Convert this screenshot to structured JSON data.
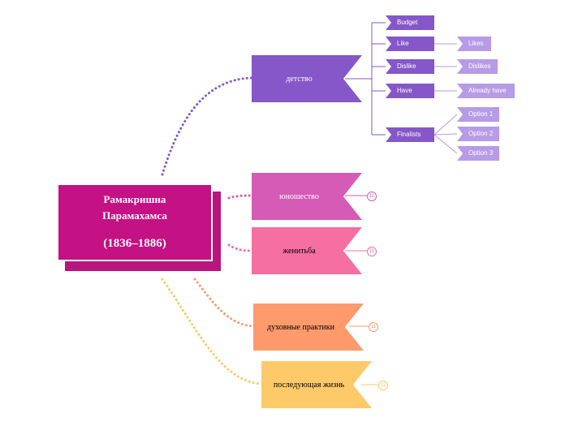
{
  "root": {
    "name_line1": "Рамакришна",
    "name_line2": "Парамахамса",
    "years": "(1836–1886)"
  },
  "branches": [
    {
      "label": "детство",
      "color": "#8557c8",
      "text_color": "#ffffff"
    },
    {
      "label": "юношество",
      "color": "#d55bb6",
      "text_color": "#ffffff"
    },
    {
      "label": "женитьба",
      "color": "#f56fa1",
      "text_color": "#000000"
    },
    {
      "label": "духовные практики",
      "color": "#ff9a6d",
      "text_color": "#000000"
    },
    {
      "label": "последующая жизнь",
      "color": "#fec968",
      "text_color": "#000000"
    }
  ],
  "subtopics": {
    "budget": "Budget",
    "like": "Like",
    "dislike": "Dislike",
    "have": "Have",
    "finalists": "Finalists",
    "likes": "Likes",
    "dislikes": "Dislikes",
    "already_have": "Already have",
    "option1": "Option 1",
    "option2": "Option 2",
    "option3": "Option 3"
  },
  "collapsed_badges": {
    "youth": "11",
    "marriage": "11",
    "practices": "11",
    "later_life": "11"
  },
  "colors": {
    "root": "#c41183",
    "subtopic_dark": "#8557c8",
    "subtopic_light": "#b79be6"
  }
}
